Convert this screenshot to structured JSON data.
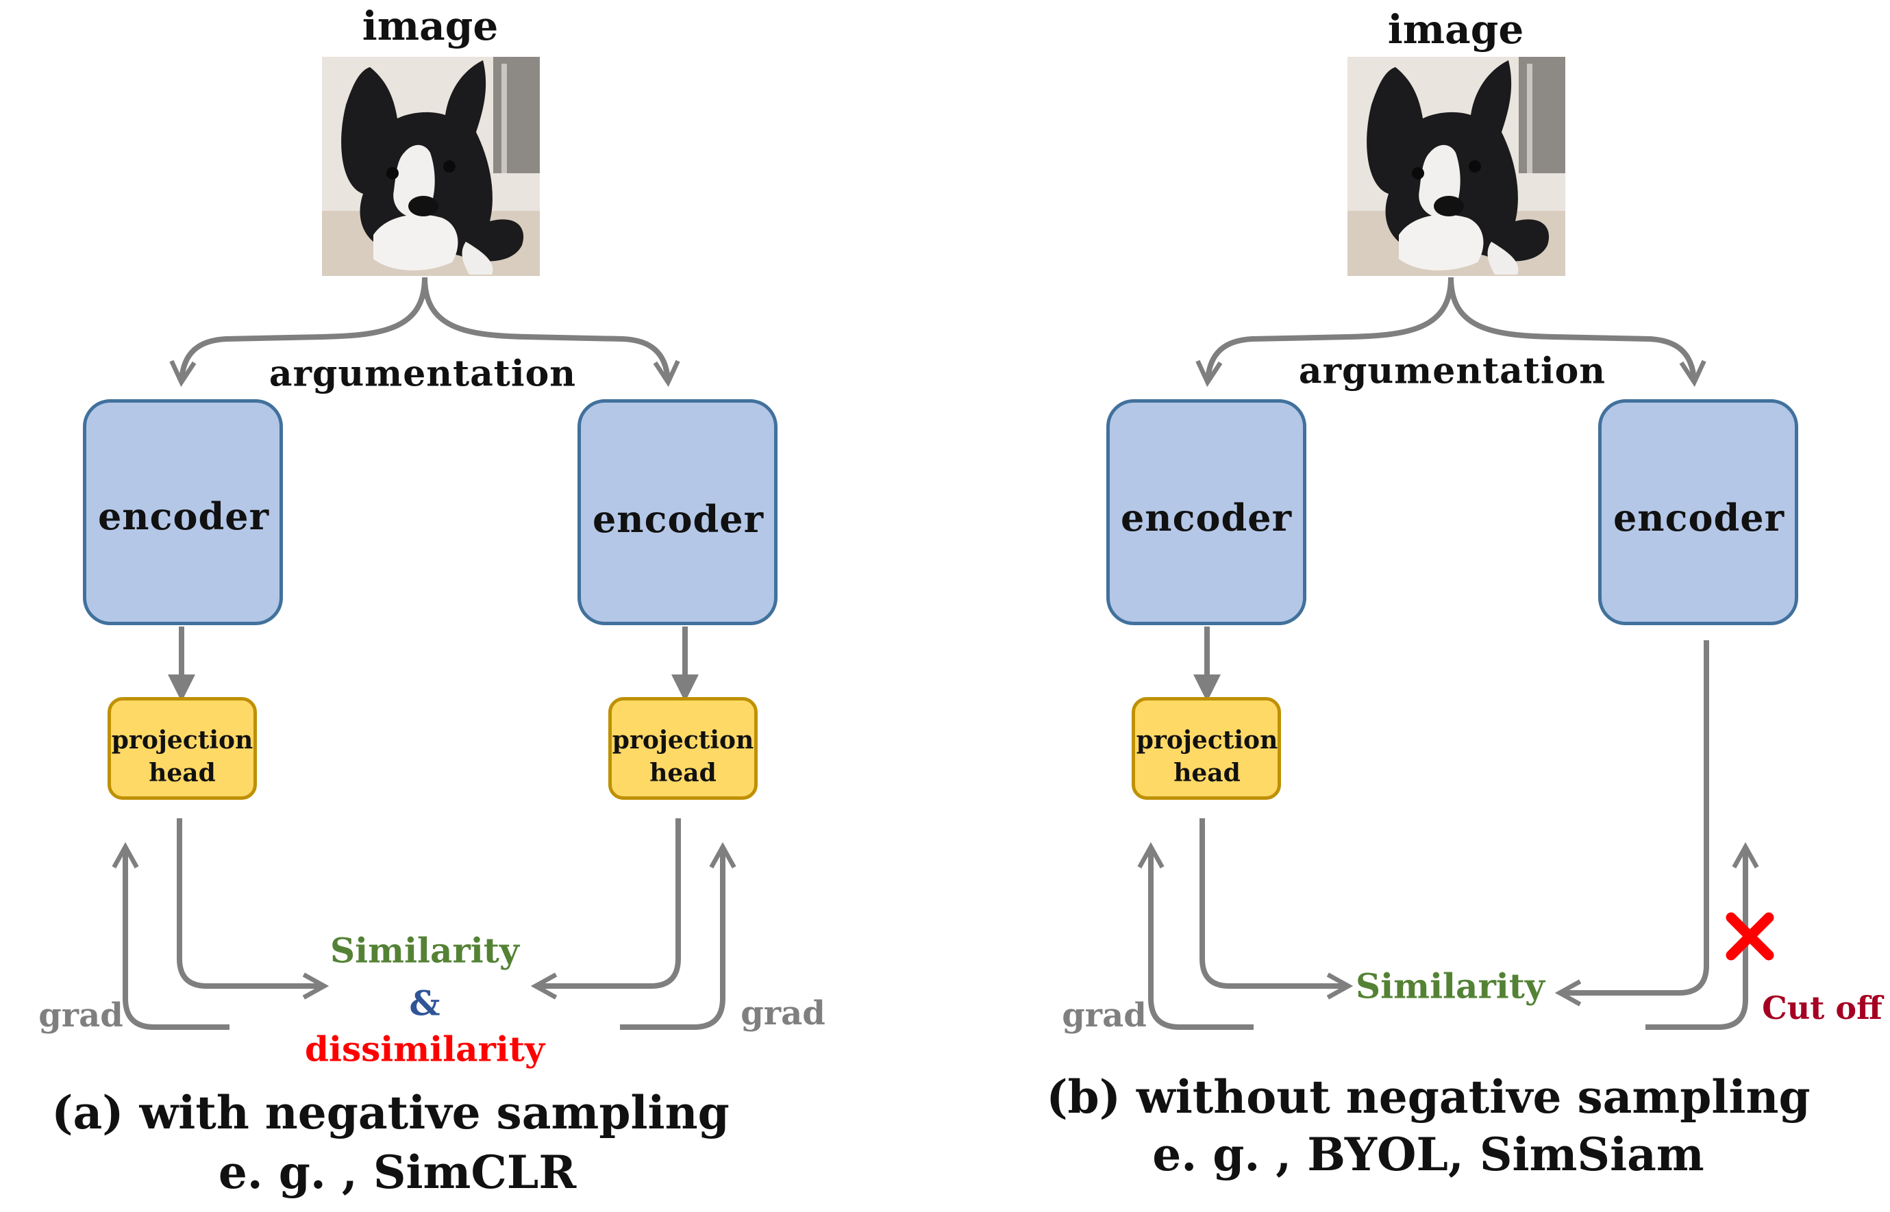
{
  "panels": [
    {
      "image_label": "image",
      "augmentation_label": "argumentation",
      "encoder_left": "encoder",
      "encoder_right": "encoder",
      "projection_left": [
        "projection",
        "head"
      ],
      "projection_right": [
        "projection",
        "head"
      ],
      "objective": [
        "Similarity",
        "&",
        "dissimilarity"
      ],
      "grad_left": "grad",
      "grad_right": "grad",
      "caption_line1": "(a) with negative sampling",
      "caption_line2": "e. g. , SimCLR"
    },
    {
      "image_label": "image",
      "augmentation_label": "argumentation",
      "encoder_left": "encoder",
      "encoder_right": "encoder",
      "projection_left": [
        "projection",
        "head"
      ],
      "objective": [
        "Similarity"
      ],
      "grad_left": "grad",
      "cut_off_label": "Cut off",
      "cut_off_icon": "x-mark-icon",
      "caption_line1": "(b) without negative sampling",
      "caption_line2": "e. g. , BYOL, SimSiam"
    }
  ],
  "colors": {
    "encoder_fill": "#b4c7e7",
    "encoder_border": "#41719c",
    "projection_fill": "#ffd966",
    "projection_border": "#bf9000",
    "arrow": "#7f7f7f",
    "similarity": "#548235",
    "ampersand": "#2f5597",
    "dissimilarity": "#ff0000",
    "cut_off": "#a50021",
    "x_mark": "#ff0000"
  }
}
